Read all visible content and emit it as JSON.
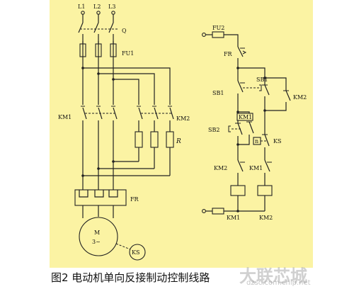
{
  "figure": {
    "caption": "图2 电动机单向反接制动控制线路",
    "watermark_main": "大联芯城",
    "watermark_url": "dzsc.com.chip.net",
    "background": "#fbf3a3"
  },
  "main_circuit": {
    "phase_labels": [
      "L1",
      "L2",
      "L3"
    ],
    "switch_label": "Q",
    "fuse_label": "FU1",
    "contactor_1": "KM1",
    "contactor_2": "KM2",
    "resistor_label": "R",
    "overload_label": "FR",
    "motor_label": "M",
    "motor_phase": "3~",
    "speed_relay_label": "KS"
  },
  "control_circuit": {
    "fuse_label": "FU2",
    "overload_contact": "FR",
    "stop_button": "SB1",
    "stop_button_top": "SB1",
    "km2_hold": "KM2",
    "km1_hold": "KM1",
    "start_button": "SB2",
    "speed_contact": "KS",
    "interlock_km2": "KM2",
    "interlock_km1": "KM1",
    "coil_km1": "KM1",
    "coil_km2": "KM2",
    "speed_box_symbol": "n"
  }
}
